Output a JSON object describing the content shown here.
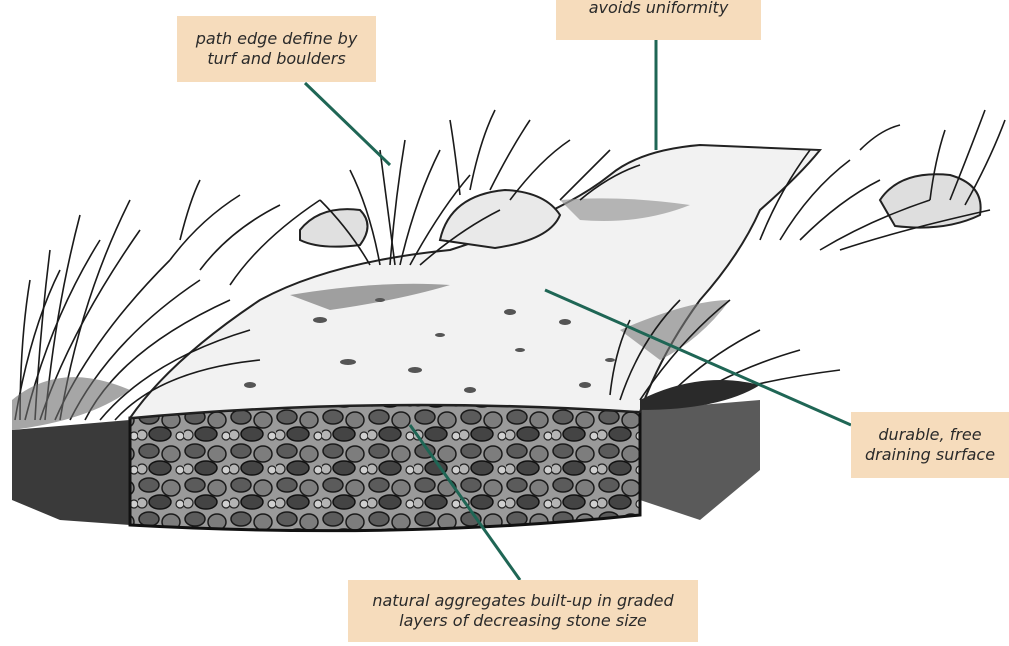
{
  "labels": {
    "path_edge": [
      "path edge define by",
      "turf and boulders"
    ],
    "uniformity": [
      "avoids uniformity"
    ],
    "durable": [
      "durable, free",
      "draining surface"
    ],
    "aggregates": [
      "natural aggregates built-up in graded",
      "layers of decreasing stone size"
    ]
  },
  "colors": {
    "label_background": "#f6dcbc",
    "leader_line": "#1f6655",
    "ink": "#222222"
  },
  "illustration": "path-cross-section-icon"
}
